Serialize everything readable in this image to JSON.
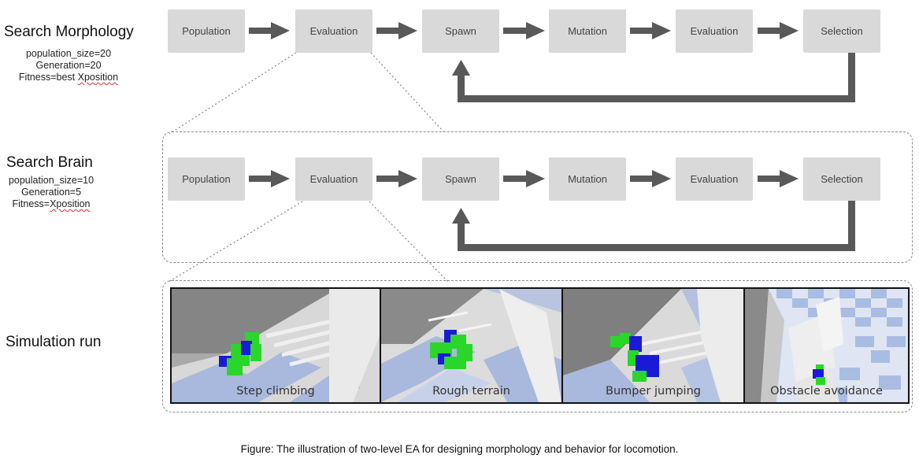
{
  "morphology": {
    "title": "Search Morphology",
    "params": [
      "population_size=20",
      "Generation=20"
    ],
    "fitness_prefix": "Fitness=best ",
    "fitness_term": "Xposition",
    "steps": [
      "Population",
      "Evaluation",
      "Spawn",
      "Mutation",
      "Evaluation",
      "Selection"
    ]
  },
  "brain": {
    "title": "Search Brain",
    "params": [
      "population_size=10",
      "Generation=5"
    ],
    "fitness_prefix": "Fitness=",
    "fitness_term": "Xposition",
    "steps": [
      "Population",
      "Evaluation",
      "Spawn",
      "Mutation",
      "Evaluation",
      "Selection"
    ]
  },
  "simulation": {
    "title": "Simulation run",
    "panels": [
      "Step climbing",
      "Rough terrain",
      "Bumper jumping",
      "Obstacle avoidance"
    ]
  },
  "caption": "Figure: The illustration of two-level EA for designing morphology and behavior for locomotion.",
  "colors": {
    "box": "#d9d9d9",
    "arrow": "#595959",
    "robot_green": "#2bd62b",
    "robot_blue": "#1a1ad6",
    "floor_blue": "#8fa6d6"
  }
}
